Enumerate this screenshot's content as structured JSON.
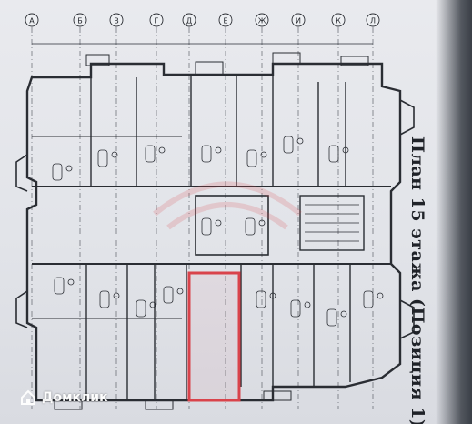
{
  "plan": {
    "title": "План 15 этажа (Позиция 1)"
  },
  "axes": {
    "letters": [
      "А",
      "Б",
      "В",
      "Г",
      "Д",
      "Е",
      "Ж",
      "И",
      "К",
      "Л"
    ]
  },
  "colors": {
    "highlight": "#d9434b",
    "line": "#2a2d33"
  },
  "watermark": {
    "text": "Домклик",
    "icon": "house-icon"
  }
}
